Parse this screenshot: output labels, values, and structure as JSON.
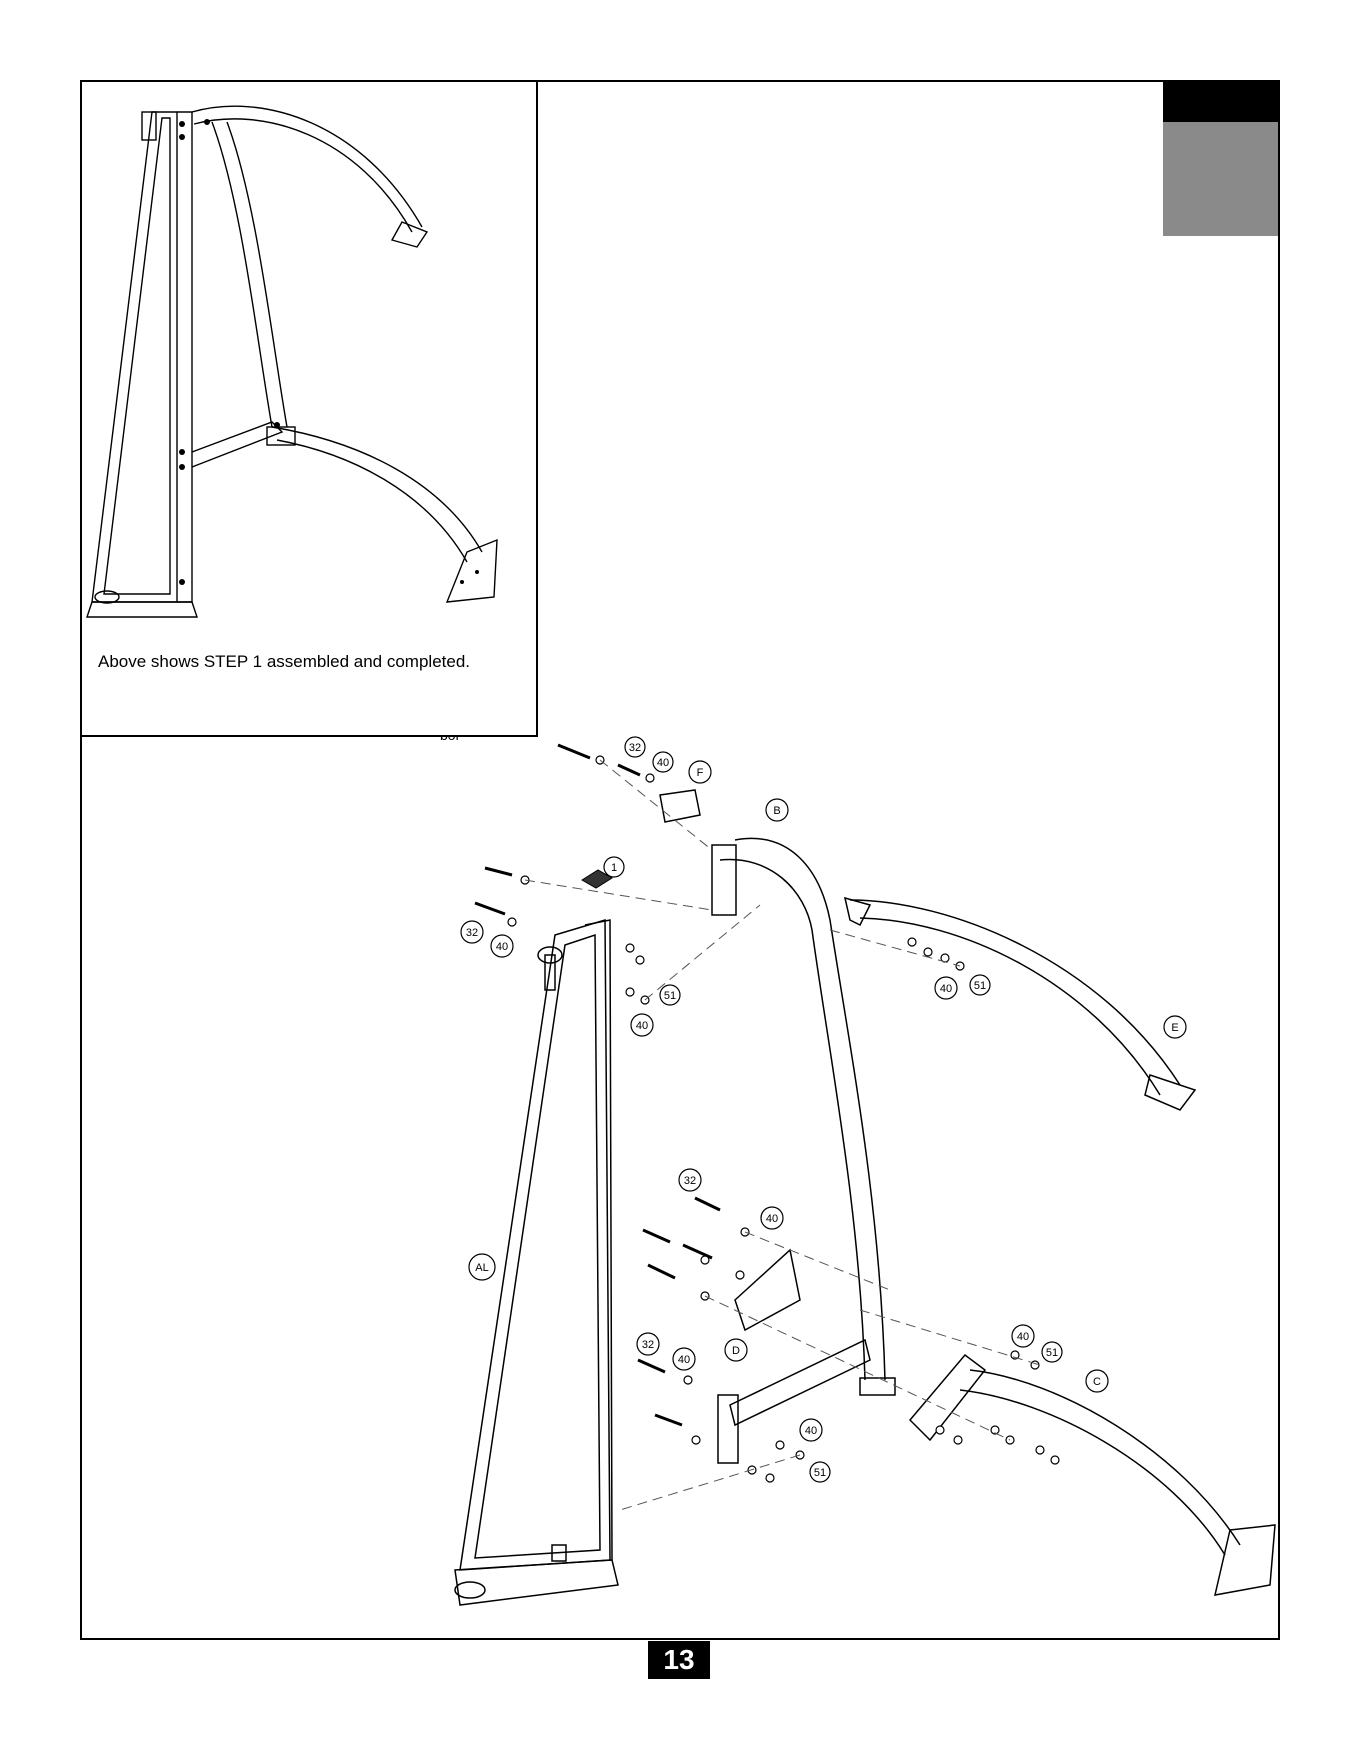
{
  "inset": {
    "caption": "Above shows STEP 1 assembled and completed.",
    "cut_text": "bəl"
  },
  "callouts": {
    "part_1": "1",
    "part_b": "B",
    "part_c": "C",
    "part_d": "D",
    "part_e": "E",
    "part_f": "F",
    "part_al": "AL",
    "bolt_32_top": "32",
    "bolt_32_left": "32",
    "bolt_32_mid": "32",
    "bolt_32_low": "32",
    "washer_40_top": "40",
    "washer_40_left": "40",
    "washer_40_upper": "40",
    "washer_40_e": "40",
    "washer_40_mid": "40",
    "washer_40_low": "40",
    "washer_40_c": "40",
    "washer_40_base": "40",
    "nut_51_upper": "51",
    "nut_51_e": "51",
    "nut_51_c": "51",
    "nut_51_base": "51"
  },
  "page_number": "13",
  "colors": {
    "frame": "#000000",
    "tab_dark": "#000000",
    "tab_grey": "#8a8a8a"
  }
}
